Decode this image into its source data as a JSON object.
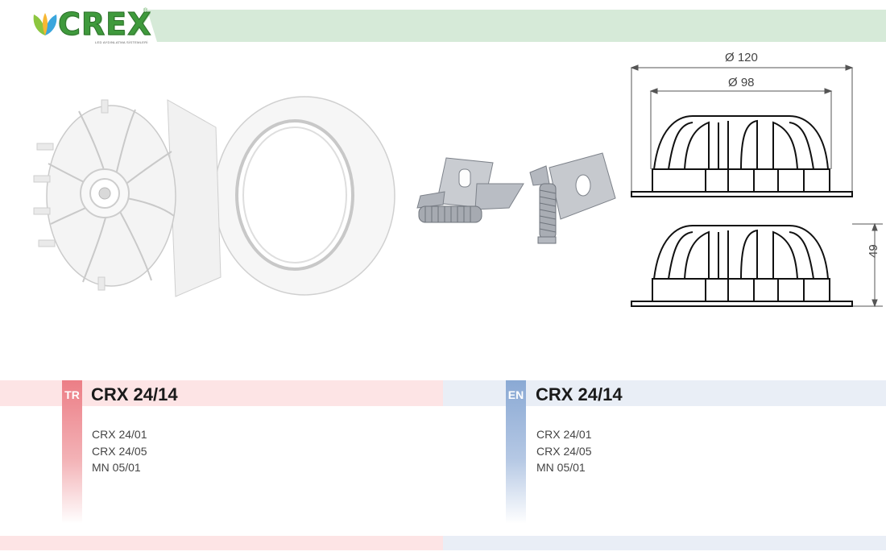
{
  "brand": {
    "name": "CREX",
    "tagline": "LED AYDINLATMA SİSTEMLERİ"
  },
  "dimensions": {
    "outer_diameter": "Ø 120",
    "inner_diameter": "Ø 98",
    "height": "49"
  },
  "sections": {
    "tr": {
      "code": "TR",
      "title": "CRX 24/14",
      "items": [
        "CRX 24/01",
        "CRX 24/05",
        "MN 05/01"
      ]
    },
    "en": {
      "code": "EN",
      "title": "CRX 24/14",
      "items": [
        "CRX 24/01",
        "CRX 24/05",
        "MN 05/01"
      ]
    }
  },
  "colors": {
    "header": "#d6ead8",
    "tr_accent": "#ec7e86",
    "en_accent": "#8aa9d4",
    "brand_green": "#3f9a3c"
  }
}
